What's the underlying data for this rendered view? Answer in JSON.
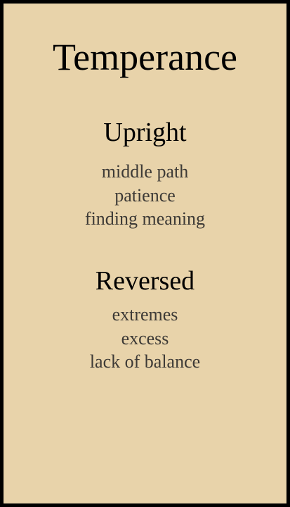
{
  "card": {
    "title": "Temperance",
    "upright": {
      "heading": "Upright",
      "keywords": [
        "middle path",
        "patience",
        "finding meaning"
      ]
    },
    "reversed": {
      "heading": "Reversed",
      "keywords": [
        "extremes",
        "excess",
        "lack of balance"
      ]
    },
    "colors": {
      "background": "#e8d3aa",
      "border": "#000000",
      "heading_text": "#000000",
      "keyword_text": "#3d3a36"
    }
  }
}
